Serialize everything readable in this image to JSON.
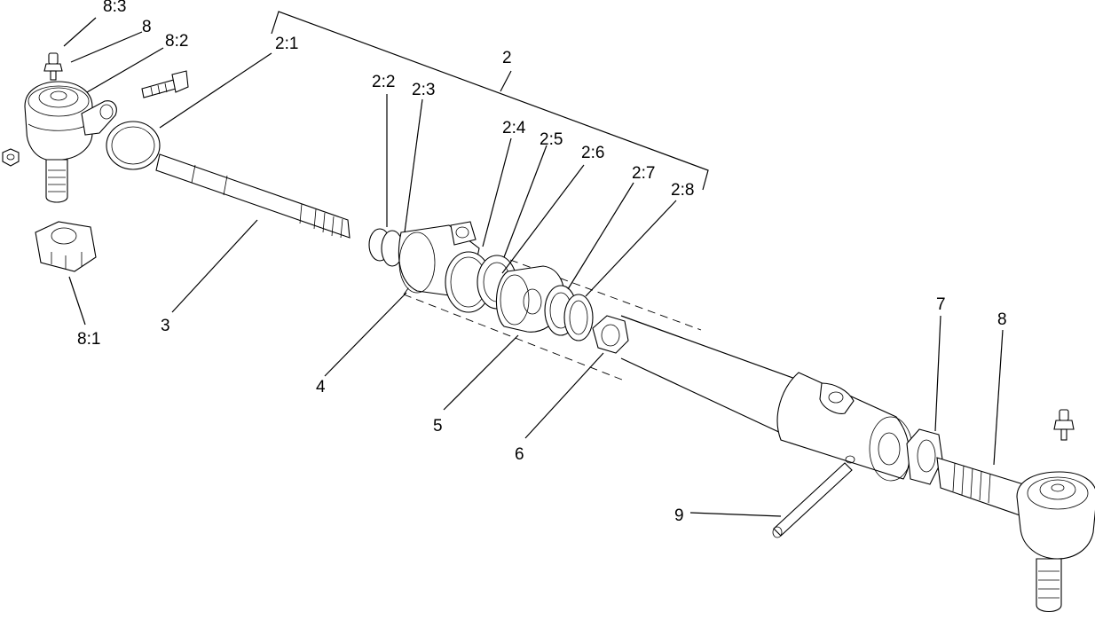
{
  "callouts": {
    "c_8_3": "8:3",
    "c_8_left": "8",
    "c_8_2": "8:2",
    "c_2_1": "2:1",
    "c_2": "2",
    "c_2_2": "2:2",
    "c_2_3": "2:3",
    "c_2_4": "2:4",
    "c_2_5": "2:5",
    "c_2_6": "2:6",
    "c_2_7": "2:7",
    "c_2_8": "2:8",
    "c_3": "3",
    "c_4": "4",
    "c_5": "5",
    "c_6": "6",
    "c_7": "7",
    "c_8_right": "8",
    "c_8_1": "8:1",
    "c_9": "9"
  }
}
